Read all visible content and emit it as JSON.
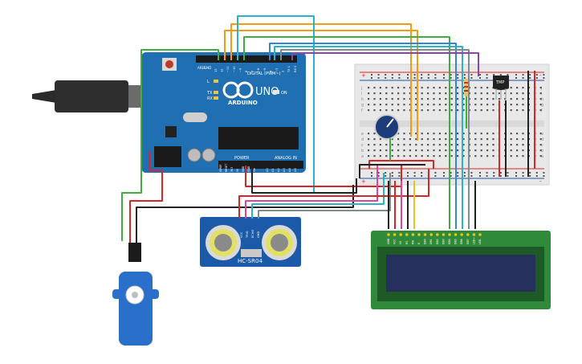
{
  "arduino": {
    "brand": "ARDUINO",
    "model": "UNO",
    "digital_label": "DIGITAL (PWM~)",
    "power_label": "POWER",
    "analog_label": "ANALOG IN",
    "on_label": "ON",
    "l_label": "L",
    "tx_label": "TX",
    "rx_label": "RX",
    "aref": "AREF",
    "gnd": "GND",
    "digital_pins": [
      "13",
      "12",
      "~11",
      "~10",
      "~9",
      "8",
      "7",
      "~6",
      "~5",
      "4",
      "~3",
      "2",
      "TX 1",
      "RX 0"
    ],
    "power_pins": [
      "IOREF",
      "RESET",
      "3V3",
      "5V",
      "GND",
      "GND",
      "Vin"
    ],
    "analog_pins": [
      "A0",
      "A1",
      "A2",
      "A3",
      "A4",
      "A5"
    ]
  },
  "ultrasonic": {
    "model": "HC-SR04",
    "pins": [
      "VCC",
      "TRIG",
      "ECHO",
      "GND"
    ]
  },
  "temp_sensor": {
    "label": "TMP"
  },
  "breadboard": {
    "rows_top": [
      "j",
      "i",
      "h",
      "g",
      "f"
    ],
    "rows_bottom": [
      "e",
      "d",
      "c",
      "b",
      "a"
    ],
    "plus": "+",
    "minus": "-"
  },
  "lcd": {
    "pins": [
      "GND",
      "VCC",
      "V0",
      "RS",
      "RW",
      "E",
      "DB0",
      "DB1",
      "DB2",
      "DB3",
      "DB4",
      "DB5",
      "DB6",
      "DB7",
      "LED+",
      "LED-"
    ]
  },
  "colors": {
    "arduino_board": "#1f6fb2",
    "lcd_board": "#2f8a3a",
    "lcd_screen": "#26305c",
    "sensor_board": "#1a5aa8",
    "servo_body": "#2a6fc9",
    "wire_red": "#d62728",
    "wire_black": "#222222",
    "wire_green": "#3fae3f",
    "wire_orange": "#f39c12",
    "wire_yellow": "#e8c51a",
    "wire_blue": "#2e86de",
    "wire_cyan": "#2bb4c9",
    "wire_purple": "#8e44ad",
    "wire_pink": "#e0449a",
    "wire_gray": "#7f8c8d"
  }
}
